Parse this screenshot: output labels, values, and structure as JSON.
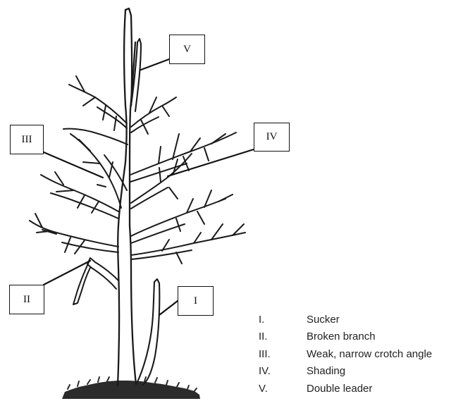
{
  "callouts": [
    {
      "id": "I",
      "label": "I"
    },
    {
      "id": "II",
      "label": "II"
    },
    {
      "id": "III",
      "label": "III"
    },
    {
      "id": "IV",
      "label": "IV"
    },
    {
      "id": "V",
      "label": "V"
    }
  ],
  "legend": [
    {
      "numeral": "I.",
      "text": "Sucker"
    },
    {
      "numeral": "II.",
      "text": "Broken branch"
    },
    {
      "numeral": "III.",
      "text": "Weak, narrow crotch angle"
    },
    {
      "numeral": "IV.",
      "text": "Shading"
    },
    {
      "numeral": "V.",
      "text": "Double leader"
    }
  ],
  "colors": {
    "ink": "#1a1a1a",
    "ground": "#2b2b2b",
    "background": "#ffffff"
  }
}
